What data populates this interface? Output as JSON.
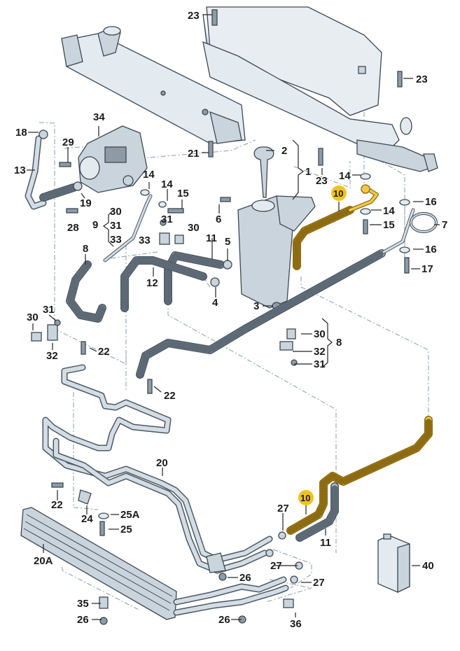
{
  "diagram": {
    "title": "Power steering hydraulic system exploded parts diagram",
    "highlight_color": "#f0c419",
    "highlighted_part": "10",
    "labels": [
      {
        "id": "l23a",
        "text": "23"
      },
      {
        "id": "l23b",
        "text": "23"
      },
      {
        "id": "l23c",
        "text": "23"
      },
      {
        "id": "l34",
        "text": "34"
      },
      {
        "id": "l18",
        "text": "18"
      },
      {
        "id": "l29",
        "text": "29"
      },
      {
        "id": "l13",
        "text": "13"
      },
      {
        "id": "l19",
        "text": "19"
      },
      {
        "id": "l28",
        "text": "28"
      },
      {
        "id": "l21",
        "text": "21"
      },
      {
        "id": "l2",
        "text": "2"
      },
      {
        "id": "l1",
        "text": "1"
      },
      {
        "id": "l14a",
        "text": "14"
      },
      {
        "id": "l14b",
        "text": "14"
      },
      {
        "id": "l14c",
        "text": "14"
      },
      {
        "id": "l14d",
        "text": "14"
      },
      {
        "id": "l15a",
        "text": "15"
      },
      {
        "id": "l15b",
        "text": "15"
      },
      {
        "id": "l16a",
        "text": "16"
      },
      {
        "id": "l16b",
        "text": "16"
      },
      {
        "id": "l7",
        "text": "7"
      },
      {
        "id": "l17",
        "text": "17"
      },
      {
        "id": "l10a",
        "text": "10"
      },
      {
        "id": "l10b",
        "text": "10"
      },
      {
        "id": "l6",
        "text": "6"
      },
      {
        "id": "l9",
        "text": "9"
      },
      {
        "id": "l30a",
        "text": "30"
      },
      {
        "id": "l31a",
        "text": "31"
      },
      {
        "id": "l33a",
        "text": "33"
      },
      {
        "id": "l31b",
        "text": "31"
      },
      {
        "id": "l30b",
        "text": "30"
      },
      {
        "id": "l33b",
        "text": "33"
      },
      {
        "id": "l11a",
        "text": "11"
      },
      {
        "id": "l11b",
        "text": "11"
      },
      {
        "id": "l5",
        "text": "5"
      },
      {
        "id": "l8a",
        "text": "8"
      },
      {
        "id": "l8b",
        "text": "8"
      },
      {
        "id": "l12",
        "text": "12"
      },
      {
        "id": "l4",
        "text": "4"
      },
      {
        "id": "l3",
        "text": "3"
      },
      {
        "id": "l31c",
        "text": "31"
      },
      {
        "id": "l30c",
        "text": "30"
      },
      {
        "id": "l32a",
        "text": "32"
      },
      {
        "id": "l22a",
        "text": "22"
      },
      {
        "id": "l22b",
        "text": "22"
      },
      {
        "id": "l22c",
        "text": "22"
      },
      {
        "id": "l30d",
        "text": "30"
      },
      {
        "id": "l32b",
        "text": "32"
      },
      {
        "id": "l31d",
        "text": "31"
      },
      {
        "id": "l20",
        "text": "20"
      },
      {
        "id": "l24",
        "text": "24"
      },
      {
        "id": "l25a",
        "text": "25A"
      },
      {
        "id": "l25",
        "text": "25"
      },
      {
        "id": "l20a",
        "text": "20A"
      },
      {
        "id": "l27a",
        "text": "27"
      },
      {
        "id": "l27b",
        "text": "27"
      },
      {
        "id": "l27c",
        "text": "27"
      },
      {
        "id": "l26a",
        "text": "26"
      },
      {
        "id": "l26b",
        "text": "26"
      },
      {
        "id": "l26c",
        "text": "26"
      },
      {
        "id": "l35",
        "text": "35"
      },
      {
        "id": "l36",
        "text": "36"
      },
      {
        "id": "l40",
        "text": "40"
      }
    ]
  }
}
